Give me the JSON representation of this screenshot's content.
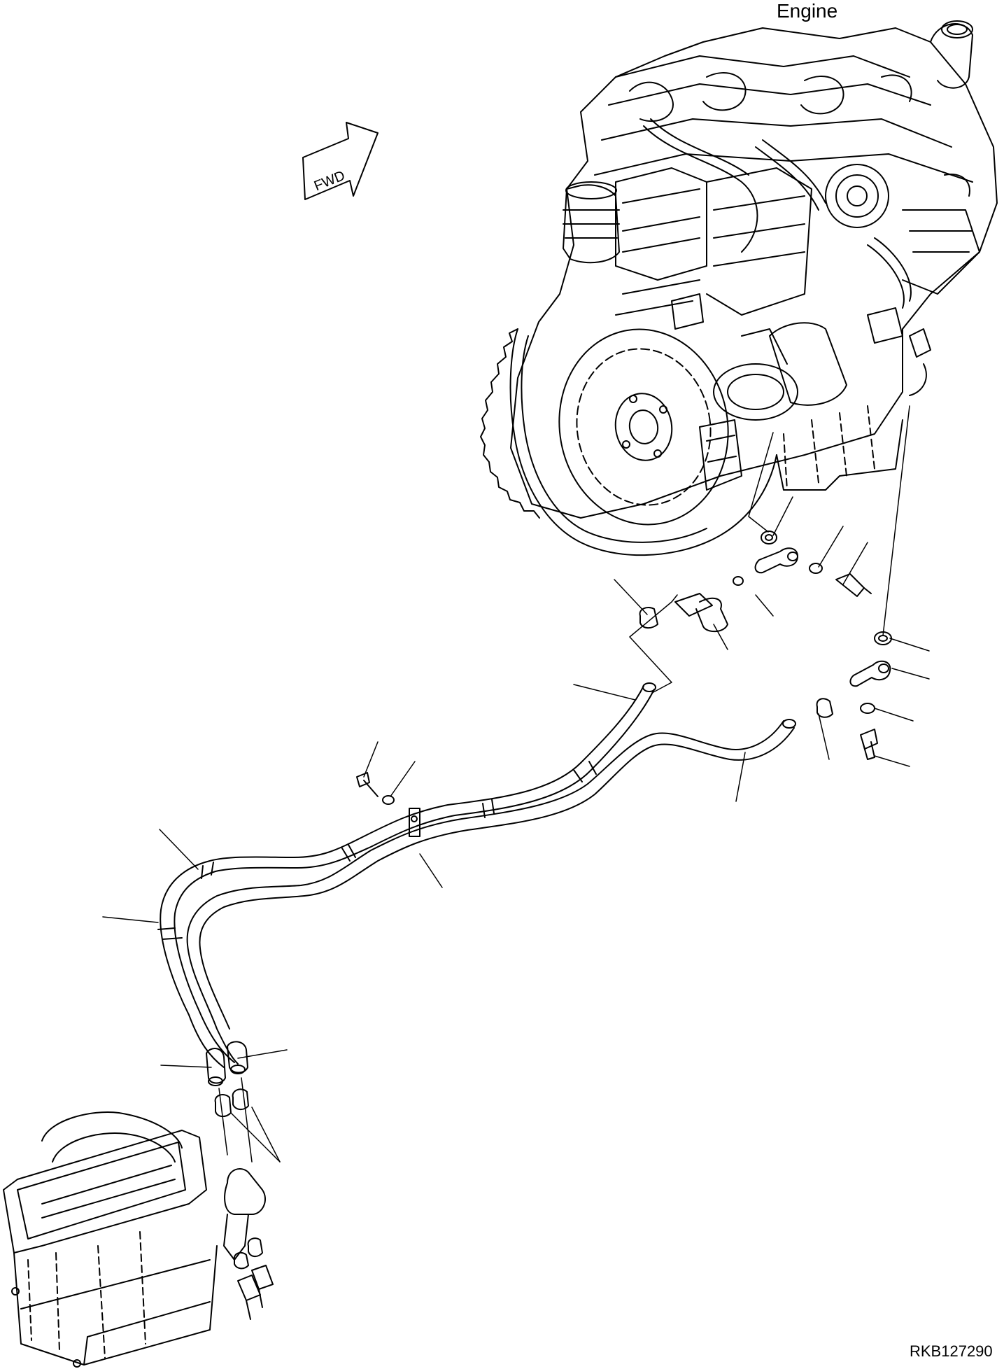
{
  "engine_label": "Engine",
  "fwd_arrow_label": "FWD",
  "drawing_number": "RKB127290",
  "colors": {
    "line": "#000000",
    "background": "#ffffff"
  }
}
